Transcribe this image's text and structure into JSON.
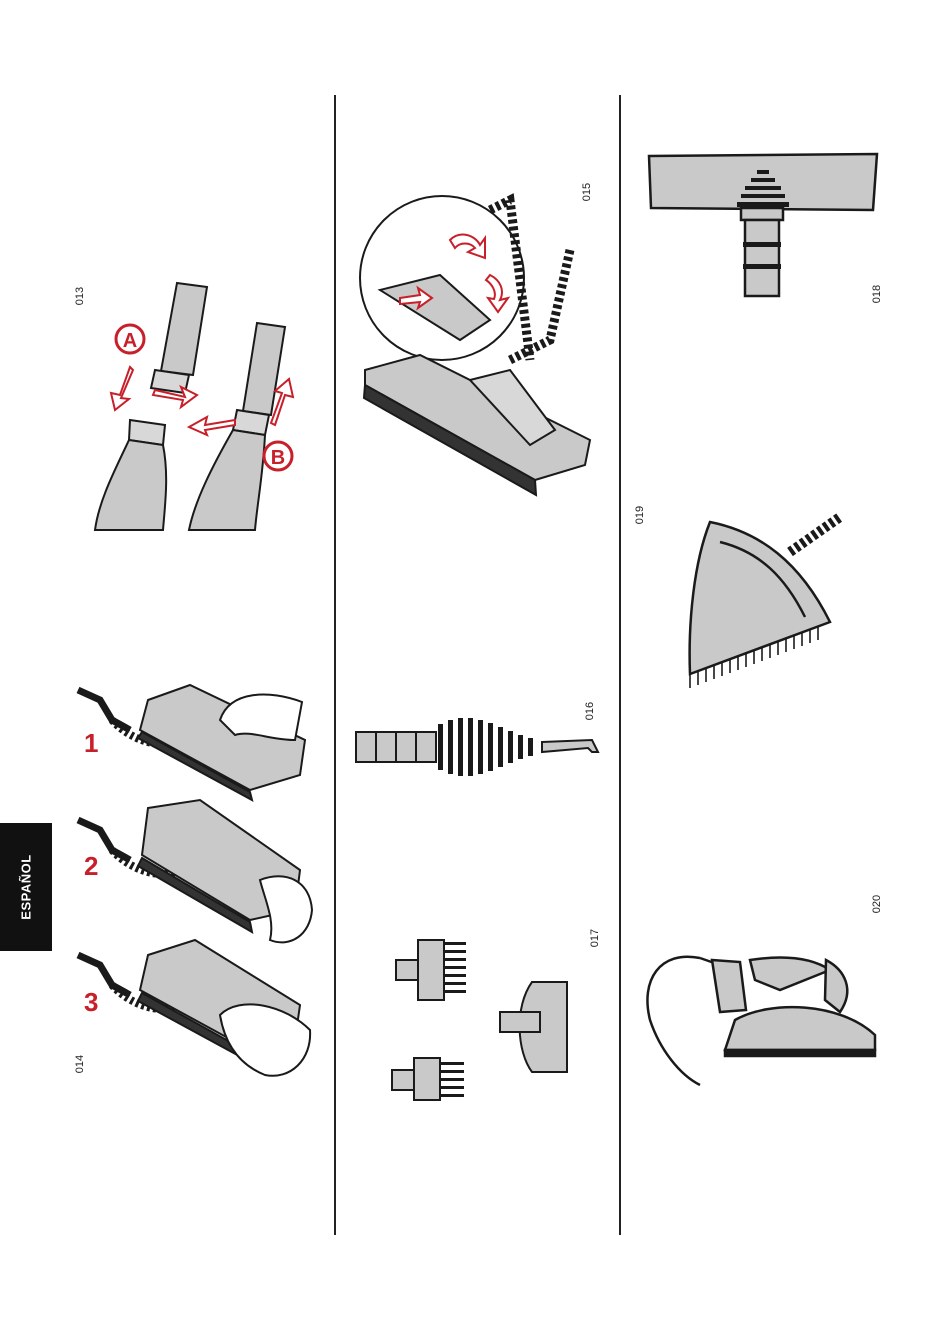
{
  "figures": {
    "f013": "013",
    "f014": "014",
    "f015": "015",
    "f016": "016",
    "f017": "017",
    "f018": "018",
    "f019": "019",
    "f020": "020"
  },
  "callouts": {
    "a": "A",
    "b": "B"
  },
  "steps": [
    "1",
    "2",
    "3"
  ],
  "language_tab": "ESPAÑOL",
  "colors": {
    "accent": "#c8202a",
    "ink": "#1a1a1a",
    "fill": "#c9c9c9",
    "tab": "#111111"
  }
}
